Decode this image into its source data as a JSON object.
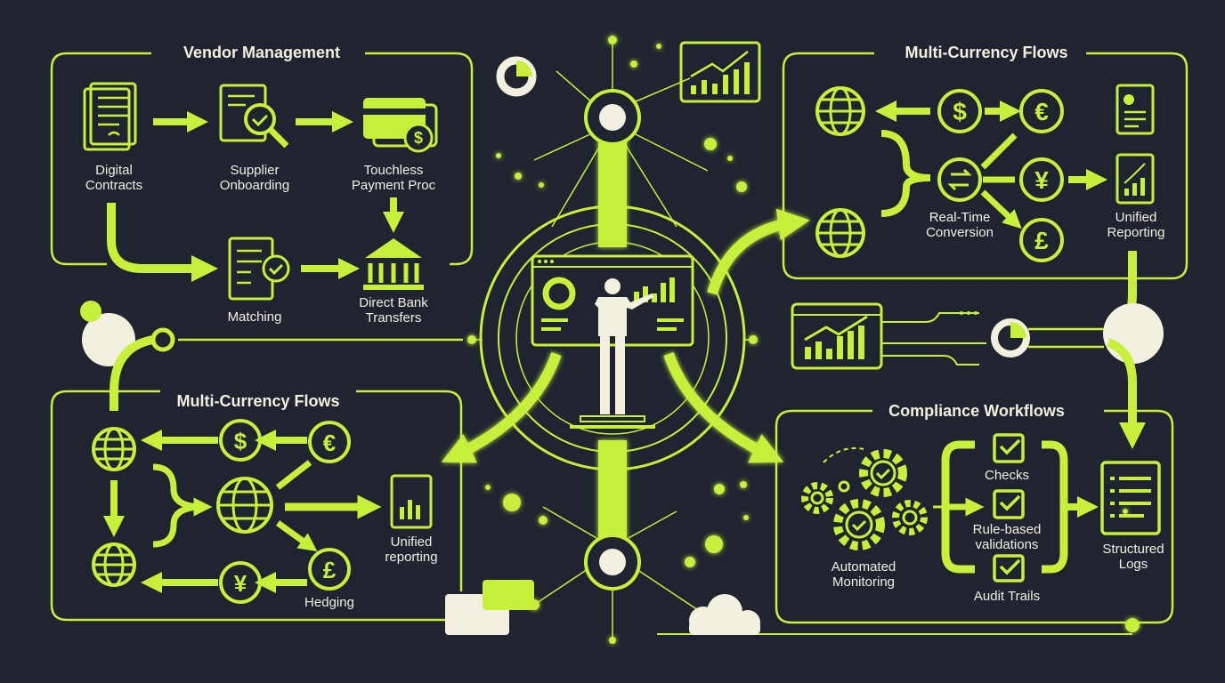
{
  "colors": {
    "background": "#1f2430",
    "accent": "#c6f03a",
    "cream": "#f3f0df",
    "dark_fill": "#1f2430"
  },
  "vendor": {
    "title": "Vendor Management",
    "digital_contracts": "Digital\nContracts",
    "supplier_onboarding": "Supplier\nOnboarding",
    "touchless_payment": "Touchless\nPayment Proc",
    "matching": "Matching",
    "direct_bank": "Direct Bank\nTransfers"
  },
  "mc_top": {
    "title": "Multi-Currency Flows",
    "realtime": "Real-Time\nConversion",
    "unified": "Unified\nReporting"
  },
  "mc_bottom": {
    "title": "Multi-Currency Flows",
    "unified": "Unified\nreporting",
    "hedging": "Hedging"
  },
  "compliance": {
    "title": "Compliance Workflows",
    "checks": "Checks",
    "rule_based": "Rule-based\nvalidations",
    "audit": "Audit Trails",
    "automated": "Automated\nMonitoring",
    "structured": "Structured\nLogs"
  },
  "icons": [
    "document-icon",
    "search-check-icon",
    "card-dollar-icon",
    "bank-icon",
    "checklist-icon",
    "globe-icon",
    "dollar-icon",
    "euro-icon",
    "yen-icon",
    "pound-icon",
    "exchange-icon",
    "report-icon",
    "bar-chart-icon",
    "pie-icon",
    "gear-icon",
    "checkbox-icon",
    "person-icon",
    "cloud-icon"
  ]
}
